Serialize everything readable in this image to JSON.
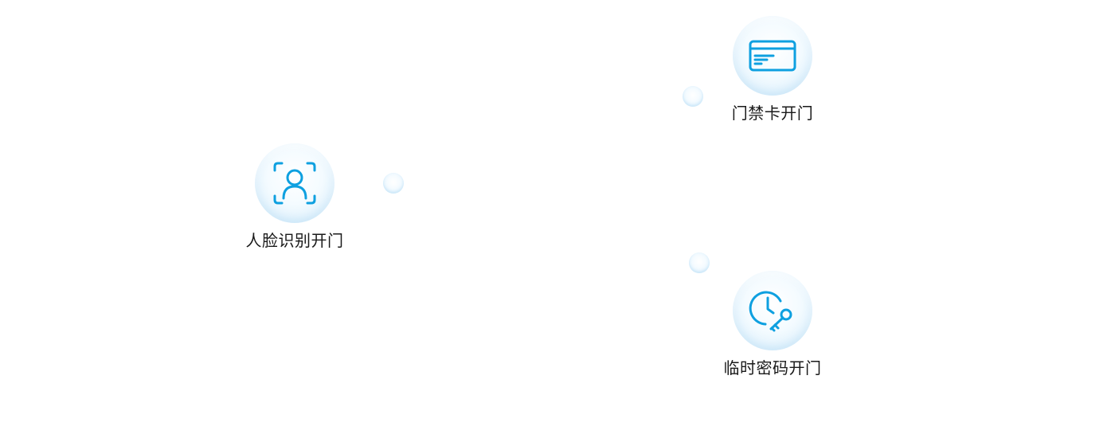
{
  "features": {
    "card": {
      "label": "门禁卡开门",
      "icon": "card-icon"
    },
    "face": {
      "label": "人脸识别开门",
      "icon": "face-scan-icon"
    },
    "password": {
      "label": "临时密码开门",
      "icon": "clock-key-icon"
    }
  },
  "colors": {
    "icon": "#0ea0e0",
    "label": "#1a1a1a",
    "orb_edge": "#cfe9fa"
  }
}
